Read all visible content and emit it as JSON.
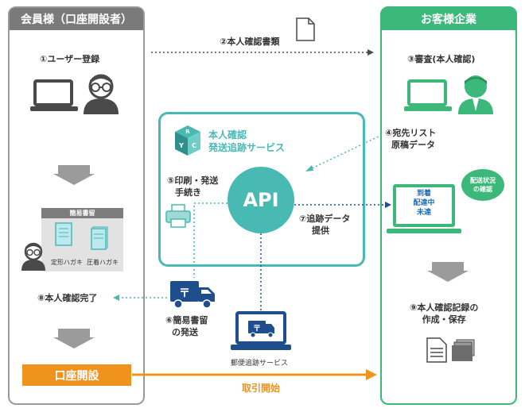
{
  "left_panel": {
    "title": "会員様（口座開設者）",
    "step1": "①ユーザー登録",
    "registered_mail_title": "簡易書留",
    "postcard_a": "定形ハガキ",
    "postcard_b": "圧着ハガキ",
    "step8": "⑧本人確認完了",
    "account_button": "口座開設"
  },
  "right_panel": {
    "title": "お客様企業",
    "step3": "③審査(本人確認)",
    "step4_line1": "④宛先リスト",
    "step4_line2": "原稿データ",
    "screen_line1": "到着",
    "screen_line2": "配達中",
    "screen_line3": "未達",
    "bubble_line1": "配送状況",
    "bubble_line2": "の確認",
    "step9_line1": "⑨本人確認記録の",
    "step9_line2": "作成・保存"
  },
  "center": {
    "step2": "②本人確認書類",
    "service_line1": "本人確認",
    "service_line2": "発送追跡サービス",
    "logo_letters": [
      "R",
      "Y",
      "C"
    ],
    "step5_line1": "⑤印刷・発送",
    "step5_line2": "手続き",
    "api_label": "API",
    "step7_line1": "⑦追跡データ",
    "step7_line2": "提供",
    "step6_line1": "⑥簡易書留",
    "step6_line2": "の発送",
    "postal_service": "郵便追跡サービス",
    "transaction_start": "取引開始"
  },
  "colors": {
    "left_header": "#7a7a7a",
    "right_header": "#3bb87a",
    "teal": "#49b9b4",
    "navy": "#1f4e8c",
    "orange": "#f0921e",
    "gray": "#9b9b9b",
    "dark_gray": "#4a4a4a"
  }
}
